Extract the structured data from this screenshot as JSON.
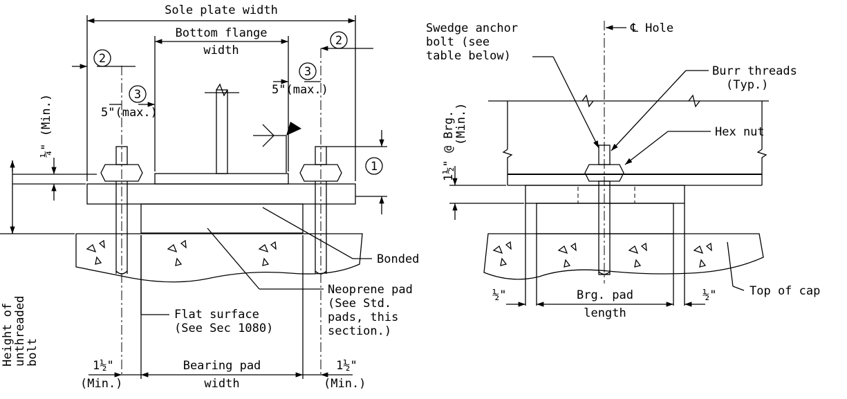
{
  "left_view": {
    "sole_plate_width": "Sole plate width",
    "bottom_flange_1": "Bottom flange",
    "bottom_flange_2": "width",
    "note_1": "1",
    "note_2a": "2",
    "note_2b": "2",
    "note_3a": "3",
    "note_3b": "3",
    "five_max_a": "5\"(max.)",
    "five_max_b": "5\"(max.)",
    "quarter_min": "¼\" (Min.)",
    "height_1": "Height of",
    "height_2": "unthreaded",
    "height_3": "bolt",
    "bonded": "Bonded",
    "neoprene_1": "Neoprene pad",
    "neoprene_2": "(See Std.",
    "neoprene_3": "pads, this",
    "neoprene_4": "section.)",
    "flat_1": "Flat surface",
    "flat_2": "(See Sec 1080)",
    "bearing_1": "Bearing pad",
    "bearing_2": "width",
    "min_left_val": "1½\"",
    "min_left_lbl": "(Min.)",
    "min_right_val": "1½\"",
    "min_right_lbl": "(Min.)"
  },
  "right_view": {
    "cl_hole": "℄ Hole",
    "swedge_1": "Swedge anchor",
    "swedge_2": "bolt (see",
    "swedge_3": "table below)",
    "burr_1": "Burr threads",
    "burr_2": "(Typ.)",
    "hex_nut": "Hex nut",
    "brg_min_1": "1½\" @ Brg.",
    "brg_min_2": "(Min.)",
    "top_of_cap": "Top of cap",
    "brg_pad_1": "Brg. pad",
    "brg_pad_2": "length",
    "half_left": "½\"",
    "half_right": "½\""
  }
}
